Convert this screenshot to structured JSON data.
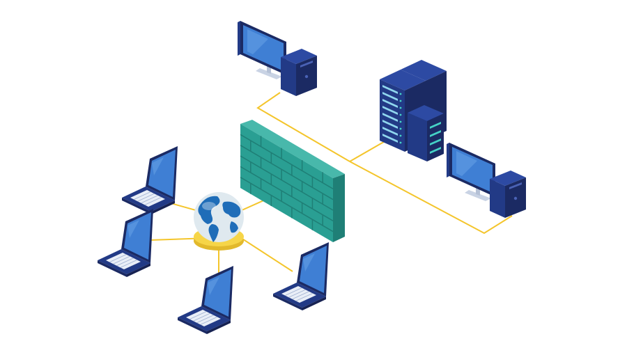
{
  "colors": {
    "background": "#ffffff",
    "connector": "#f4c52b",
    "navy_dark": "#1b2a63",
    "navy_mid": "#223a86",
    "navy_light": "#2d4aa3",
    "screen": "#3f7fd4",
    "screen_light": "#7fb6f0",
    "firewall_front": "#2a9f93",
    "firewall_side": "#1f7f76",
    "firewall_top": "#48b8ab",
    "globe_ocean": "#dfe9ef",
    "globe_land": "#1f6db8",
    "globe_base": "#f6d548",
    "server_led": "#45d2c6",
    "server_slot": "#8fd6ee"
  },
  "icons": {
    "globe": "globe-icon",
    "firewall": "firewall-icon",
    "server": "server-rack-icon",
    "desktop": "desktop-computer-icon",
    "laptop": "laptop-icon"
  },
  "nodes": {
    "internet": {
      "kind": "globe"
    },
    "firewall": {
      "kind": "firewall"
    },
    "server": {
      "kind": "server-rack"
    },
    "desktops": [
      {
        "id": "desktop-top"
      },
      {
        "id": "desktop-right"
      }
    ],
    "laptops": [
      {
        "id": "laptop-upper-left"
      },
      {
        "id": "laptop-left"
      },
      {
        "id": "laptop-bottom"
      },
      {
        "id": "laptop-bottom-right"
      }
    ]
  }
}
